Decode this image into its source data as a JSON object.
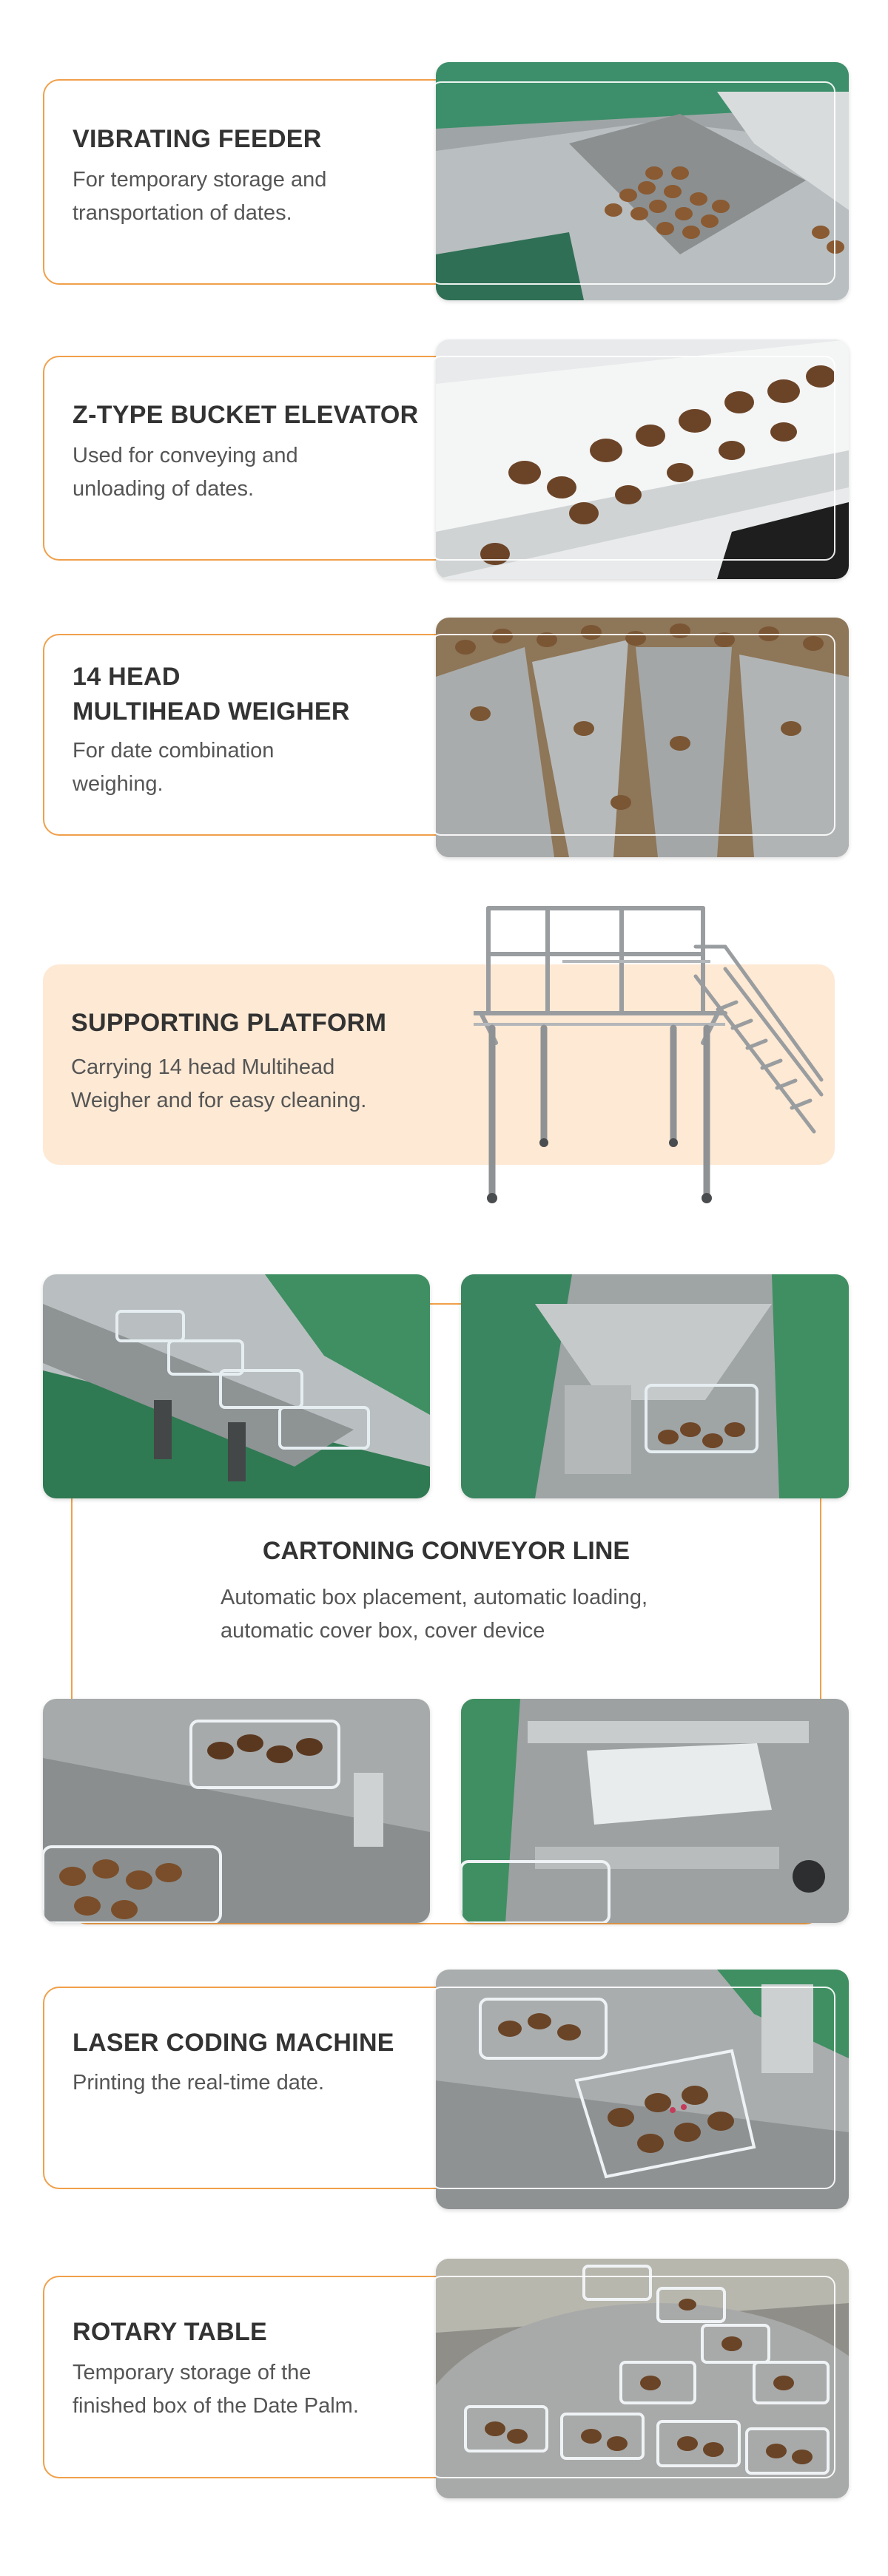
{
  "sections": {
    "vibrating_feeder": {
      "title": "VIBRATING FEEDER",
      "desc_line1": "For temporary storage and",
      "desc_line2": "transportation of dates."
    },
    "bucket_elevator": {
      "title": "Z-TYPE BUCKET ELEVATOR",
      "desc_line1": "Used for conveying and",
      "desc_line2": "unloading of dates."
    },
    "multihead_weigher": {
      "title_line1": "14 HEAD",
      "title_line2": "MULTIHEAD WEIGHER",
      "desc_line1": "For date combination",
      "desc_line2": "weighing."
    },
    "supporting_platform": {
      "title": "SUPPORTING PLATFORM",
      "desc_line1": "Carrying 14 head Multihead",
      "desc_line2": "Weigher and for easy cleaning."
    },
    "cartoning_line": {
      "title": "CARTONING CONVEYOR LINE",
      "desc_line1": "Automatic box placement, automatic loading,",
      "desc_line2": "automatic cover box, cover device"
    },
    "laser_coding": {
      "title": "LASER CODING MACHINE",
      "desc_line1": "Printing the real-time date."
    },
    "rotary_table": {
      "title": "ROTARY TABLE",
      "desc_line1": "Temporary storage of the",
      "desc_line2": "finished box of the Date Palm."
    }
  },
  "colors": {
    "accent": "#f0a04b",
    "platform_bg": "#fde9d4",
    "text_dark": "#333333",
    "text_body": "#555555"
  }
}
